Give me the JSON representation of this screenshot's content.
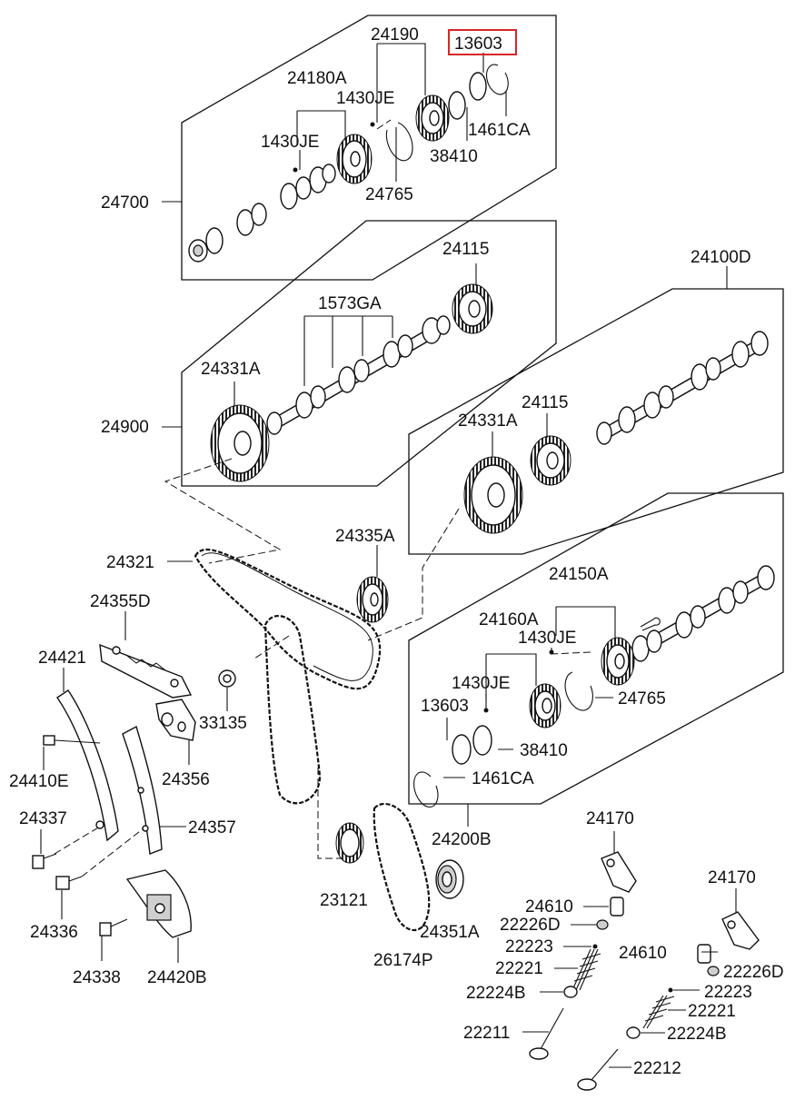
{
  "diagram": {
    "highlight_color": "#d9262a",
    "labels": {
      "p24190": "24190",
      "p13603_top": "13603",
      "p24180A": "24180A",
      "p1430JE_a": "1430JE",
      "p1430JE_b": "1430JE",
      "p1461CA_top": "1461CA",
      "p38410_top": "38410",
      "p24765_top": "24765",
      "p24700": "24700",
      "p24115_a": "24115",
      "p24100D": "24100D",
      "p1573GA": "1573GA",
      "p24331A_a": "24331A",
      "p24900": "24900",
      "p24331A_b": "24331A",
      "p24115_b": "24115",
      "p24335A": "24335A",
      "p24321": "24321",
      "p24150A": "24150A",
      "p24355D": "24355D",
      "p24160A": "24160A",
      "p1430JE_c": "1430JE",
      "p24421": "24421",
      "p1430JE_d": "1430JE",
      "p24765_b": "24765",
      "p33135": "33135",
      "p13603_b": "13603",
      "p38410_b": "38410",
      "p24410E": "24410E",
      "p24356": "24356",
      "p1461CA_b": "1461CA",
      "p24337": "24337",
      "p24357": "24357",
      "p24200B": "24200B",
      "p24170_a": "24170",
      "p23121": "23121",
      "p24170_b": "24170",
      "p24610_a": "24610",
      "p24336": "24336",
      "p22226D_a": "22226D",
      "p24351A": "24351A",
      "p24610_b": "24610",
      "p22223_a": "22223",
      "p26174P": "26174P",
      "p22226D_b": "22226D",
      "p24338": "24338",
      "p24420B": "24420B",
      "p22221_a": "22221",
      "p22223_b": "22223",
      "p22224B_a": "22224B",
      "p22221_b": "22221",
      "p22211": "22211",
      "p22224B_b": "22224B",
      "p22212": "22212"
    }
  }
}
